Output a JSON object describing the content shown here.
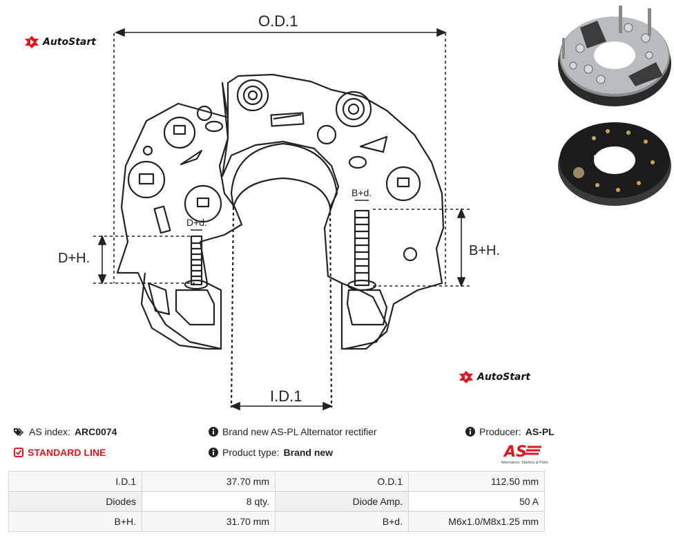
{
  "brand": {
    "logo_text": "AutoStart",
    "accent_color": "#e1161e"
  },
  "drawing": {
    "label_od": "O.D.1",
    "label_id": "I.D.1",
    "label_dh": "D+H.",
    "label_bh": "B+H.",
    "label_dd": "D+d.",
    "label_bd": "B+d."
  },
  "info": {
    "as_index_label": "AS index:",
    "as_index_value": "ARC0074",
    "description": "Brand new AS-PL Alternator rectifier",
    "producer_label": "Producer:",
    "producer_value": "AS-PL",
    "line_label": "STANDARD LINE",
    "product_type_label": "Product type:",
    "product_type_value": "Brand new",
    "as_logo_text": "AS",
    "as_logo_tagline": "Alternators, Starters & Parts",
    "icons": [
      "tags-icon",
      "info-icon",
      "check-square-icon"
    ]
  },
  "specs": [
    {
      "l1": "I.D.1",
      "v1": "37.70 mm",
      "l2": "O.D.1",
      "v2": "112.50 mm"
    },
    {
      "l1": "Diodes",
      "v1": "8 qty.",
      "l2": "Diode Amp.",
      "v2": "50 A"
    },
    {
      "l1": "B+H.",
      "v1": "31.70 mm",
      "l2": "B+d.",
      "v2": "M6x1.0/M8x1.25 mm"
    }
  ]
}
